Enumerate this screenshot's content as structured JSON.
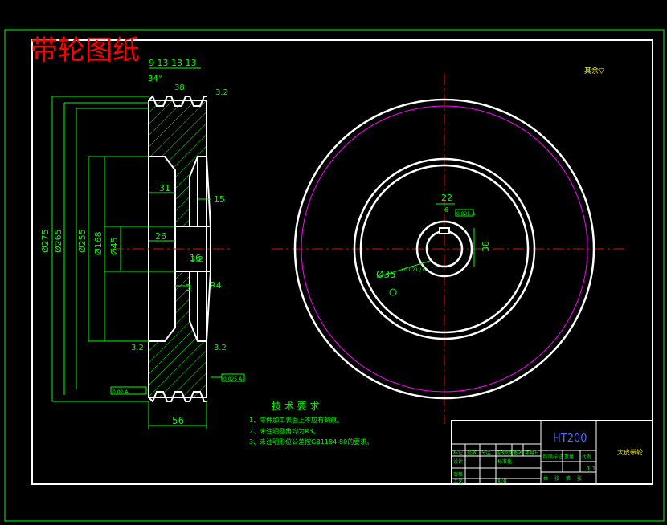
{
  "title": "带轮图纸",
  "view_label": "其余▽",
  "dims": {
    "d275": "Ø275",
    "d265": "Ø265",
    "d255": "Ø255",
    "d168": "Ø168",
    "d45": "Ø45",
    "w56": "56",
    "t31": "31",
    "t26": "26",
    "t15": "15",
    "t16": "16",
    "t3": "3",
    "r4": "R4",
    "pitch": "9 13 13 13",
    "ang34": "34°",
    "ang38": "38",
    "r32a": "3.2",
    "r32b": "3.2",
    "r32c": "3.2",
    "r32d": "3.2",
    "key22": "22",
    "key38": "38",
    "bore": "Ø35",
    "bore_tol": "+0.021 / 0",
    "sym6": "6",
    "gtol1": "0.02 A",
    "gtol2": "0.025 A",
    "gtol3": "0.025 A"
  },
  "notes": {
    "heading": "技 术 要 求",
    "items": [
      "1、零件加工表面上不应有刻痕。",
      "2、未注明圆角均为R3。",
      "3、未注明形位公差按GB1184-80的要求。"
    ]
  },
  "title_block": {
    "material": "HT200",
    "part_name": "大皮带轮",
    "scale": "1:1",
    "row_labels": [
      "标记",
      "处数",
      "分区",
      "更改文件号",
      "签名",
      "年月日"
    ],
    "left_labels": [
      "设计",
      "审核",
      "工艺"
    ],
    "mid_labels": [
      "标准化",
      "批准"
    ],
    "stage_labels": [
      "阶段标记",
      "重量",
      "比例"
    ],
    "bottom_labels": [
      "共",
      "张",
      "第",
      "张"
    ]
  },
  "colors": {
    "frame": "#00ff00",
    "body": "#ffffff",
    "dim": "#00ff00",
    "hatch": "#00ff00",
    "center": "#ff0000",
    "pitch_circle": "#ff00ff",
    "title": "#ff0000",
    "label": "#ffff00",
    "blue": "#4d6cff"
  }
}
